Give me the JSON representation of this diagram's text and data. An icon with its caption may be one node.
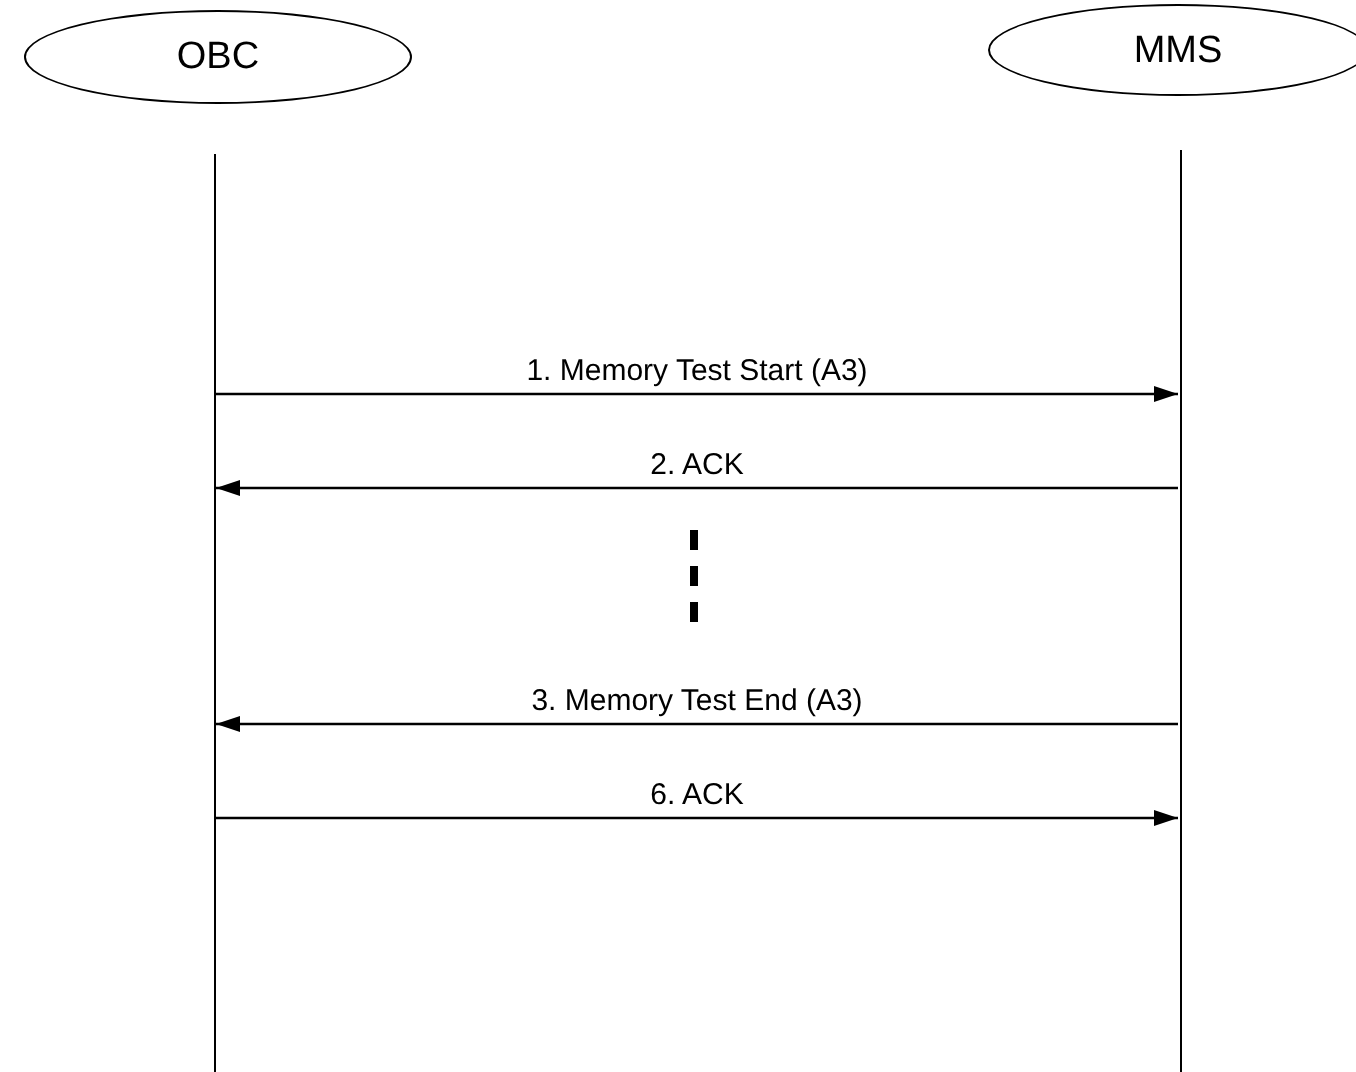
{
  "diagram": {
    "nodes": [
      {
        "text": [
          "OBC"
        ]
      },
      {
        "text": [
          "MMS"
        ]
      },
      {
        "text": [],
        "shape": "bar"
      },
      {
        "text": [],
        "shape": "bar"
      }
    ],
    "edges": [
      {
        "from": 2,
        "to": 3,
        "arrow": "to",
        "label": "1. Memory Test Start (A3)"
      },
      {
        "from": 3,
        "to": 2,
        "arrow": "to",
        "label": "2. ACK"
      },
      {
        "from": 3,
        "to": 2,
        "arrow": "to",
        "label": "3. Memory Test End (A3)"
      },
      {
        "from": 2,
        "to": 3,
        "arrow": "to",
        "label": "6. ACK"
      }
    ]
  }
}
